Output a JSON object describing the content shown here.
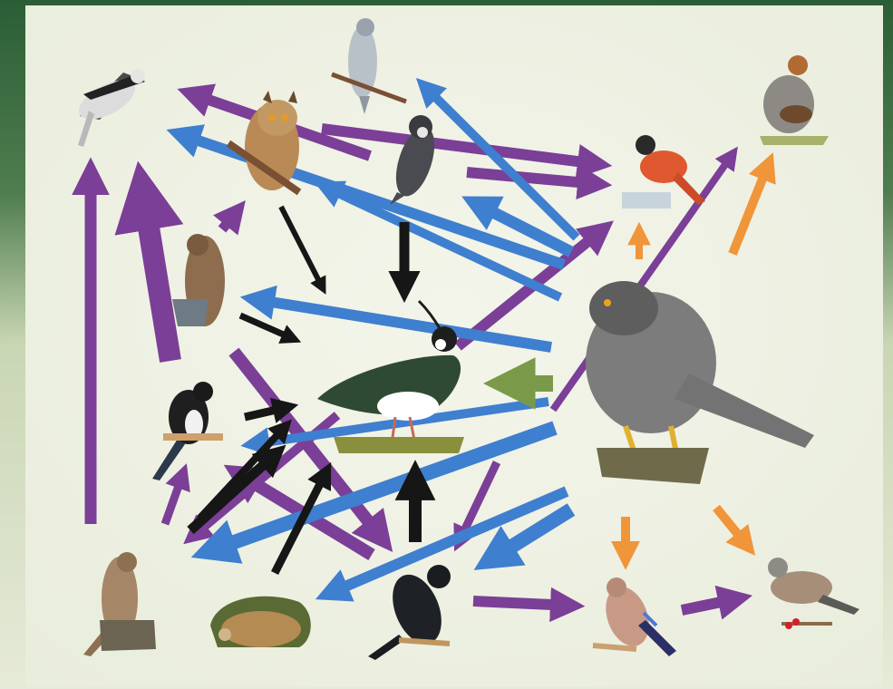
{
  "colors": {
    "outer_top": "#2b5e36",
    "outer_bottom": "#c9d6b4",
    "panel": "#eef1e3",
    "purple": "#7b3f98",
    "blue": "#3f7fcf",
    "black": "#161616",
    "orange": "#f0953a",
    "green": "#7a9a4a"
  },
  "birds": [
    {
      "id": "bird-shrike",
      "icon": "shrike-icon"
    },
    {
      "id": "bird-harrier",
      "icon": "harrier-icon"
    },
    {
      "id": "bird-partridge",
      "icon": "partridge-icon"
    },
    {
      "id": "bird-eagle-owl",
      "icon": "eagle-owl-icon"
    },
    {
      "id": "bird-hobby-falcon",
      "icon": "falcon-icon"
    },
    {
      "id": "bird-redstart",
      "icon": "redstart-icon"
    },
    {
      "id": "bird-buzzard",
      "icon": "buzzard-icon"
    },
    {
      "id": "bird-goshawk",
      "icon": "goshawk-icon"
    },
    {
      "id": "bird-lapwing",
      "icon": "lapwing-icon"
    },
    {
      "id": "bird-magpie",
      "icon": "magpie-icon"
    },
    {
      "id": "bird-sparrowhawk",
      "icon": "sparrowhawk-icon"
    },
    {
      "id": "animal-hedgehog",
      "icon": "hedgehog-icon"
    },
    {
      "id": "bird-crow",
      "icon": "crow-icon"
    },
    {
      "id": "bird-jay",
      "icon": "jay-icon"
    },
    {
      "id": "bird-fieldfare",
      "icon": "fieldfare-icon"
    }
  ],
  "arrow_types": [
    "purple",
    "blue",
    "black",
    "orange",
    "green"
  ]
}
